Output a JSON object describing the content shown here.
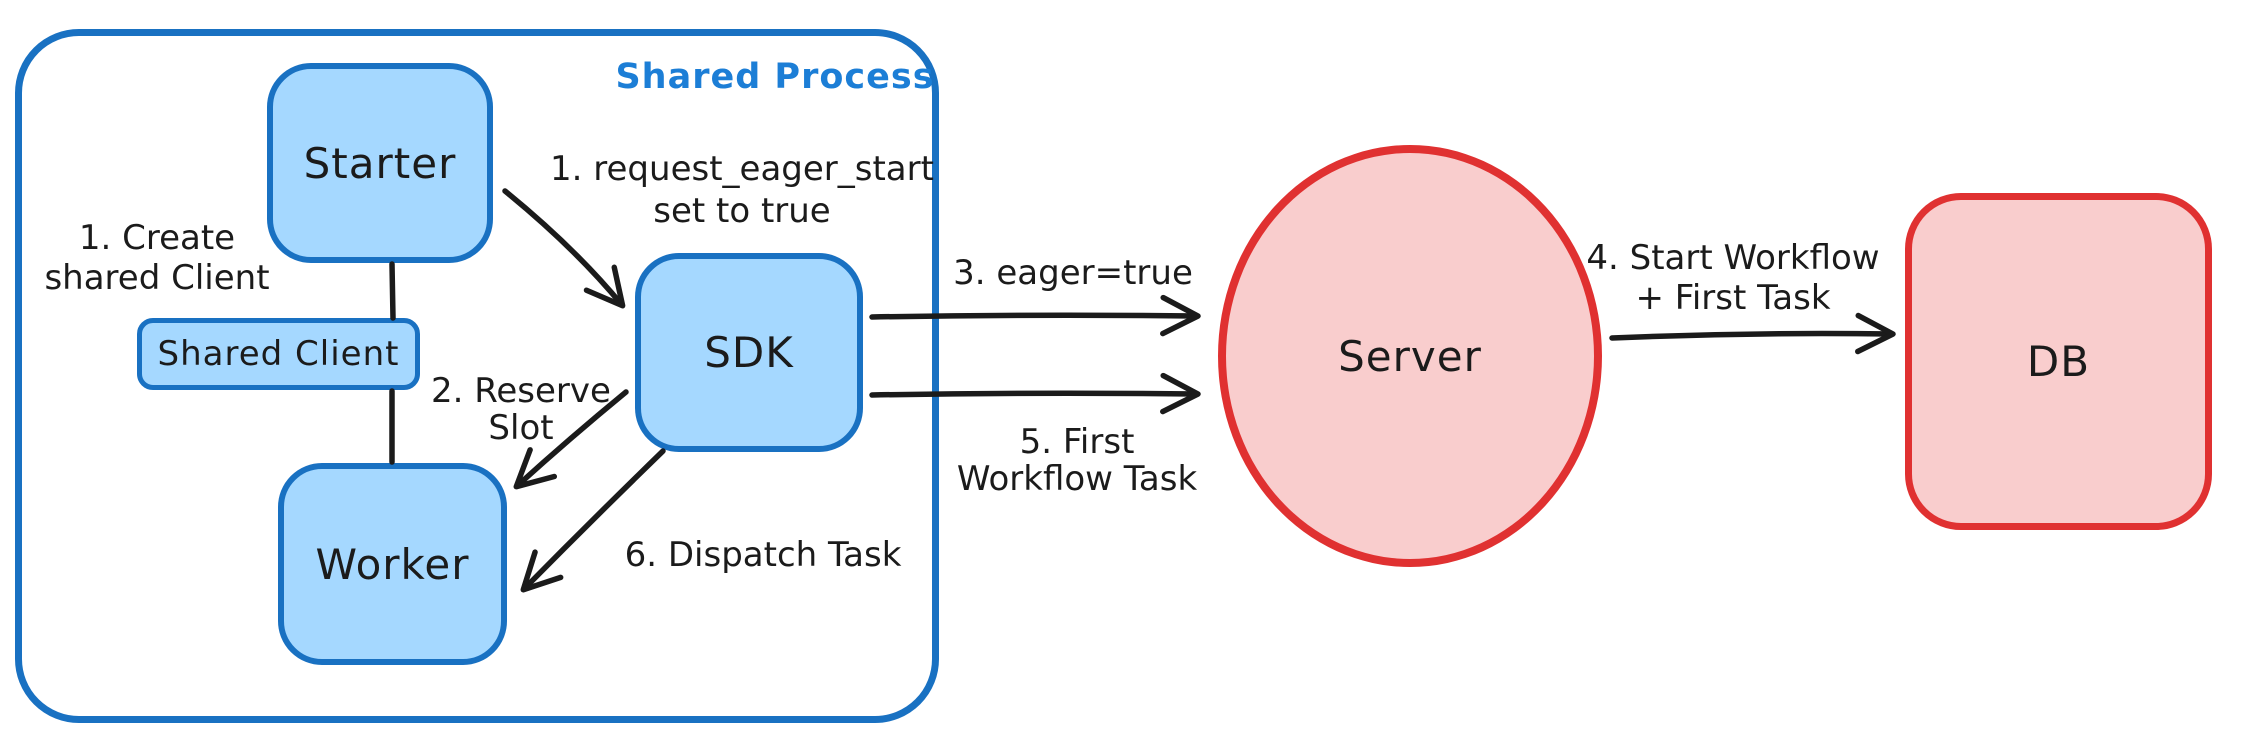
{
  "diagram": {
    "title": "Shared Process"
  },
  "nodes": {
    "starter": {
      "label": "Starter"
    },
    "shared_client": {
      "label": "Shared Client"
    },
    "worker": {
      "label": "Worker"
    },
    "sdk": {
      "label": "SDK"
    },
    "server": {
      "label": "Server"
    },
    "db": {
      "label": "DB"
    }
  },
  "annotations": {
    "create_client": {
      "line1": "1. Create",
      "line2": "shared Client"
    },
    "request_eager_start": {
      "line1": "1. request_eager_start",
      "line2": "set to true"
    },
    "reserve_slot": {
      "line1": "2. Reserve",
      "line2": "Slot"
    },
    "eager_true": {
      "line1": "3. eager=true"
    },
    "start_workflow": {
      "line1": "4. Start Workflow",
      "line2": "+ First Task"
    },
    "first_workflow_task": {
      "line1": "5. First",
      "line2": "Workflow Task"
    },
    "dispatch_task": {
      "line1": "6. Dispatch Task"
    }
  },
  "colors": {
    "blue_stroke": "#1971c2",
    "blue_fill": "#a5d8ff",
    "title_blue": "#1c7ed6",
    "red_stroke": "#e03131",
    "red_fill": "#f9cdcd",
    "ink": "#1b1b1b",
    "background": "#ffffff"
  }
}
